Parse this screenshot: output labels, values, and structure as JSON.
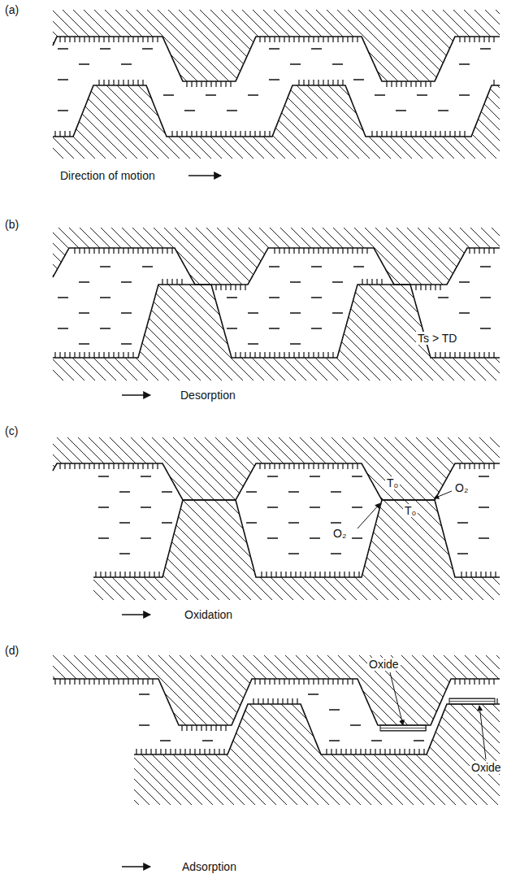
{
  "diagram": {
    "labels": [
      "(a)",
      "Direction of motion",
      "(b)",
      "Desorption",
      "Ts > TD",
      "(c)",
      "T₀",
      "T₀",
      "O₂",
      "O₂",
      "Oxidation",
      "(d)",
      "Oxide",
      "Oxide",
      "Adsorption"
    ]
  }
}
